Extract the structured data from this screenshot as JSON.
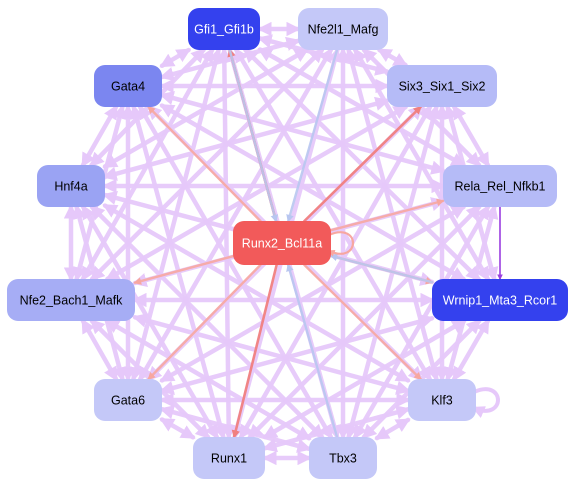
{
  "colors": {
    "background": "#ffffff",
    "edge_default": "#e6c8fa",
    "edge_red": "#f08080",
    "edge_light_red": "#f7a7a0",
    "edge_blue": "#b8c6f0",
    "edge_purple": "#9b3fe0",
    "node_dark_blue": "#3441ee",
    "node_mid_blue": "#7b86f0",
    "node_blue": "#9aa3f3",
    "node_light_blue": "#b5bbf7",
    "node_pale_blue": "#c4c8f8",
    "node_red": "#f25a5a"
  },
  "nodes": [
    {
      "id": "gfi1",
      "label": "Gfi1_Gfi1b",
      "fill": "#3441ee",
      "text": "#ffffff"
    },
    {
      "id": "nfe2l1",
      "label": "Nfe2l1_Mafg",
      "fill": "#c4c8f8",
      "text": "#000000"
    },
    {
      "id": "gata4",
      "label": "Gata4",
      "fill": "#7b86f0",
      "text": "#000000"
    },
    {
      "id": "six3",
      "label": "Six3_Six1_Six2",
      "fill": "#b5bbf7",
      "text": "#000000"
    },
    {
      "id": "hnf4a",
      "label": "Hnf4a",
      "fill": "#9aa3f3",
      "text": "#000000"
    },
    {
      "id": "rela",
      "label": "Rela_Rel_Nfkb1",
      "fill": "#b5bbf7",
      "text": "#000000"
    },
    {
      "id": "runx2",
      "label": "Runx2_Bcl11a",
      "fill": "#f25a5a",
      "text": "#ffffff"
    },
    {
      "id": "nfe2bach",
      "label": "Nfe2_Bach1_Mafk",
      "fill": "#a6adf5",
      "text": "#000000"
    },
    {
      "id": "wrnip1",
      "label": "Wrnip1_Mta3_Rcor1",
      "fill": "#3441ee",
      "text": "#ffffff"
    },
    {
      "id": "gata6",
      "label": "Gata6",
      "fill": "#c4c8f8",
      "text": "#000000"
    },
    {
      "id": "klf3",
      "label": "Klf3",
      "fill": "#c4c8f8",
      "text": "#000000"
    },
    {
      "id": "runx1",
      "label": "Runx1",
      "fill": "#c4c8f8",
      "text": "#000000"
    },
    {
      "id": "tbx3",
      "label": "Tbx3",
      "fill": "#c4c8f8",
      "text": "#000000"
    }
  ],
  "edges": [
    {
      "source": "runx2",
      "target": "runx1",
      "style": "red"
    },
    {
      "source": "runx2",
      "target": "gfi1",
      "style": "red"
    },
    {
      "source": "runx2",
      "target": "six3",
      "style": "red"
    },
    {
      "source": "runx2",
      "target": "rela",
      "style": "light_red"
    },
    {
      "source": "runx2",
      "target": "nfe2bach",
      "style": "light_red"
    },
    {
      "source": "runx2",
      "target": "gata4",
      "style": "light_red"
    },
    {
      "source": "runx2",
      "target": "klf3",
      "style": "light_red"
    },
    {
      "source": "runx2",
      "target": "gata6",
      "style": "light_red"
    },
    {
      "source": "runx2",
      "target": "wrnip1",
      "style": "light_red"
    },
    {
      "source": "nfe2l1",
      "target": "runx2",
      "style": "blue"
    },
    {
      "source": "wrnip1",
      "target": "runx2",
      "style": "blue"
    },
    {
      "source": "tbx3",
      "target": "runx2",
      "style": "blue"
    },
    {
      "source": "gfi1",
      "target": "runx2",
      "style": "blue"
    },
    {
      "source": "gata4",
      "target": "gfi1",
      "style": "default"
    },
    {
      "source": "gata4",
      "target": "nfe2l1",
      "style": "default"
    },
    {
      "source": "gata4",
      "target": "six3",
      "style": "default"
    },
    {
      "source": "gata4",
      "target": "rela",
      "style": "default"
    },
    {
      "source": "gata4",
      "target": "hnf4a",
      "style": "default"
    },
    {
      "source": "gata4",
      "target": "nfe2bach",
      "style": "default"
    },
    {
      "source": "gata4",
      "target": "wrnip1",
      "style": "default"
    },
    {
      "source": "gata4",
      "target": "gata6",
      "style": "default"
    },
    {
      "source": "gata4",
      "target": "klf3",
      "style": "default"
    },
    {
      "source": "gata4",
      "target": "runx1",
      "style": "default"
    },
    {
      "source": "gata4",
      "target": "tbx3",
      "style": "default"
    },
    {
      "source": "gfi1",
      "target": "nfe2l1",
      "style": "default"
    },
    {
      "source": "gfi1",
      "target": "six3",
      "style": "default"
    },
    {
      "source": "gfi1",
      "target": "rela",
      "style": "default"
    },
    {
      "source": "gfi1",
      "target": "hnf4a",
      "style": "default"
    },
    {
      "source": "gfi1",
      "target": "nfe2bach",
      "style": "default"
    },
    {
      "source": "gfi1",
      "target": "wrnip1",
      "style": "default"
    },
    {
      "source": "gfi1",
      "target": "gata6",
      "style": "default"
    },
    {
      "source": "gfi1",
      "target": "klf3",
      "style": "default"
    },
    {
      "source": "gfi1",
      "target": "runx1",
      "style": "default"
    },
    {
      "source": "gfi1",
      "target": "tbx3",
      "style": "default"
    },
    {
      "source": "nfe2l1",
      "target": "six3",
      "style": "default"
    },
    {
      "source": "nfe2l1",
      "target": "rela",
      "style": "default"
    },
    {
      "source": "nfe2l1",
      "target": "hnf4a",
      "style": "default"
    },
    {
      "source": "nfe2l1",
      "target": "nfe2bach",
      "style": "default"
    },
    {
      "source": "nfe2l1",
      "target": "wrnip1",
      "style": "default"
    },
    {
      "source": "nfe2l1",
      "target": "gata6",
      "style": "default"
    },
    {
      "source": "nfe2l1",
      "target": "klf3",
      "style": "default"
    },
    {
      "source": "nfe2l1",
      "target": "runx1",
      "style": "default"
    },
    {
      "source": "nfe2l1",
      "target": "tbx3",
      "style": "default"
    },
    {
      "source": "six3",
      "target": "rela",
      "style": "default"
    },
    {
      "source": "six3",
      "target": "hnf4a",
      "style": "default"
    },
    {
      "source": "six3",
      "target": "nfe2bach",
      "style": "default"
    },
    {
      "source": "six3",
      "target": "wrnip1",
      "style": "default"
    },
    {
      "source": "six3",
      "target": "gata6",
      "style": "default"
    },
    {
      "source": "six3",
      "target": "klf3",
      "style": "default"
    },
    {
      "source": "six3",
      "target": "runx1",
      "style": "default"
    },
    {
      "source": "six3",
      "target": "tbx3",
      "style": "default"
    },
    {
      "source": "hnf4a",
      "target": "rela",
      "style": "default"
    },
    {
      "source": "hnf4a",
      "target": "nfe2bach",
      "style": "default"
    },
    {
      "source": "hnf4a",
      "target": "wrnip1",
      "style": "default"
    },
    {
      "source": "hnf4a",
      "target": "gata6",
      "style": "default"
    },
    {
      "source": "hnf4a",
      "target": "klf3",
      "style": "default"
    },
    {
      "source": "hnf4a",
      "target": "runx1",
      "style": "default"
    },
    {
      "source": "hnf4a",
      "target": "tbx3",
      "style": "default"
    },
    {
      "source": "rela",
      "target": "nfe2bach",
      "style": "default"
    },
    {
      "source": "rela",
      "target": "wrnip1",
      "style": "purple"
    },
    {
      "source": "rela",
      "target": "gata6",
      "style": "default"
    },
    {
      "source": "rela",
      "target": "klf3",
      "style": "default"
    },
    {
      "source": "rela",
      "target": "runx1",
      "style": "default"
    },
    {
      "source": "rela",
      "target": "tbx3",
      "style": "default"
    },
    {
      "source": "nfe2bach",
      "target": "wrnip1",
      "style": "default"
    },
    {
      "source": "nfe2bach",
      "target": "gata6",
      "style": "default"
    },
    {
      "source": "nfe2bach",
      "target": "klf3",
      "style": "default"
    },
    {
      "source": "nfe2bach",
      "target": "runx1",
      "style": "default"
    },
    {
      "source": "nfe2bach",
      "target": "tbx3",
      "style": "default"
    },
    {
      "source": "wrnip1",
      "target": "gata6",
      "style": "default"
    },
    {
      "source": "wrnip1",
      "target": "klf3",
      "style": "default"
    },
    {
      "source": "wrnip1",
      "target": "runx1",
      "style": "default"
    },
    {
      "source": "wrnip1",
      "target": "tbx3",
      "style": "default"
    },
    {
      "source": "gata6",
      "target": "klf3",
      "style": "default"
    },
    {
      "source": "gata6",
      "target": "runx1",
      "style": "default"
    },
    {
      "source": "gata6",
      "target": "tbx3",
      "style": "default"
    },
    {
      "source": "klf3",
      "target": "runx1",
      "style": "default"
    },
    {
      "source": "klf3",
      "target": "tbx3",
      "style": "default"
    },
    {
      "source": "runx1",
      "target": "tbx3",
      "style": "default"
    }
  ],
  "self_loops": [
    "klf3",
    "runx2"
  ]
}
